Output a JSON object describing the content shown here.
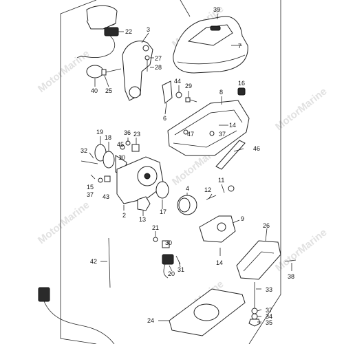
{
  "watermark": "MotorMarine",
  "callouts": [
    {
      "id": "c39",
      "text": "39"
    },
    {
      "id": "c7",
      "text": "7"
    },
    {
      "id": "c22",
      "text": "22"
    },
    {
      "id": "c3",
      "text": "3"
    },
    {
      "id": "c27",
      "text": "27"
    },
    {
      "id": "c28",
      "text": "28"
    },
    {
      "id": "c40",
      "text": "40"
    },
    {
      "id": "c25",
      "text": "25"
    },
    {
      "id": "c44",
      "text": "44"
    },
    {
      "id": "c29",
      "text": "29"
    },
    {
      "id": "c16",
      "text": "16"
    },
    {
      "id": "c8",
      "text": "8"
    },
    {
      "id": "c6",
      "text": "6"
    },
    {
      "id": "c14a",
      "text": "14"
    },
    {
      "id": "c47",
      "text": "47"
    },
    {
      "id": "c37a",
      "text": "37"
    },
    {
      "id": "c46",
      "text": "46"
    },
    {
      "id": "c19",
      "text": "19"
    },
    {
      "id": "c18",
      "text": "18"
    },
    {
      "id": "c36",
      "text": "36"
    },
    {
      "id": "c23",
      "text": "23"
    },
    {
      "id": "c45",
      "text": "45"
    },
    {
      "id": "c32",
      "text": "32"
    },
    {
      "id": "c10",
      "text": "10"
    },
    {
      "id": "c15",
      "text": "15"
    },
    {
      "id": "c37b",
      "text": "37"
    },
    {
      "id": "c43",
      "text": "43"
    },
    {
      "id": "c4",
      "text": "4"
    },
    {
      "id": "c12",
      "text": "12"
    },
    {
      "id": "c11",
      "text": "11"
    },
    {
      "id": "c2",
      "text": "2"
    },
    {
      "id": "c13",
      "text": "13"
    },
    {
      "id": "c17",
      "text": "17"
    },
    {
      "id": "c9",
      "text": "9"
    },
    {
      "id": "c21",
      "text": "21"
    },
    {
      "id": "c26",
      "text": "26"
    },
    {
      "id": "c42",
      "text": "42"
    },
    {
      "id": "c30",
      "text": "30"
    },
    {
      "id": "c31",
      "text": "31"
    },
    {
      "id": "c20",
      "text": "20"
    },
    {
      "id": "c14b",
      "text": "14"
    },
    {
      "id": "c38",
      "text": "38"
    },
    {
      "id": "c33",
      "text": "33"
    },
    {
      "id": "c37c",
      "text": "37"
    },
    {
      "id": "c34",
      "text": "34"
    },
    {
      "id": "c35",
      "text": "35"
    },
    {
      "id": "c24",
      "text": "24"
    }
  ]
}
